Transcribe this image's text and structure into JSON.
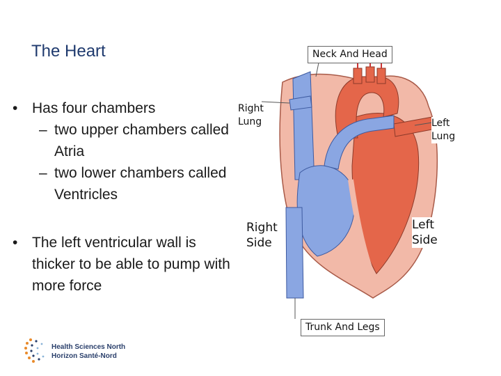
{
  "slide": {
    "title": "The Heart",
    "bullet1": "Has four chambers",
    "sub1": "two upper chambers called Atria",
    "sub2": "two lower chambers called Ventricles",
    "bullet2": "The left ventricular wall is thicker to be able to pump with more force",
    "bullet_glyph": "•",
    "dash_glyph": "–"
  },
  "diagram": {
    "neck_head": "Neck And Head",
    "right_lung_1": "Right",
    "right_lung_2": "Lung",
    "left_lung_1": "Left",
    "left_lung_2": "Lung",
    "right_side_1": "Right",
    "right_side_2": "Side",
    "left_side_1": "Left",
    "left_side_2": "Side",
    "trunk_legs": "Trunk And Legs",
    "colors": {
      "oxygenated": "#e4664a",
      "deoxygenated": "#8aa6e2",
      "muscle": "#f2b9a8"
    }
  },
  "logo": {
    "line1": "Health Sciences North",
    "line2": "Horizon Santé-Nord"
  }
}
